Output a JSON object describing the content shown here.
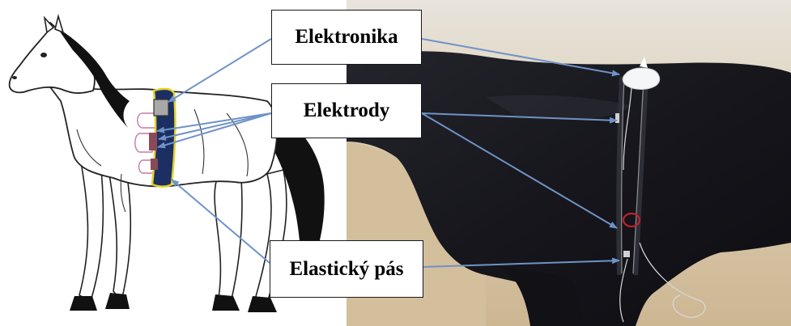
{
  "labels": {
    "electronics": "Elektronika",
    "electrodes": "Elektrody",
    "belt": "Elastický pás"
  },
  "colors": {
    "arrow": "#6f92c7",
    "belt_fill": "#1c2f63",
    "belt_edge": "#e3d12c",
    "electrode_pad": "#8a4a58",
    "electrode_outline": "#c57aa6",
    "electronics_box": "#a9a9a9",
    "horse_photo": "#15151b",
    "photo_wall": "#d8c7ab"
  },
  "icons": {
    "drawing": "horse-line-drawing",
    "photo": "horse-photograph"
  }
}
